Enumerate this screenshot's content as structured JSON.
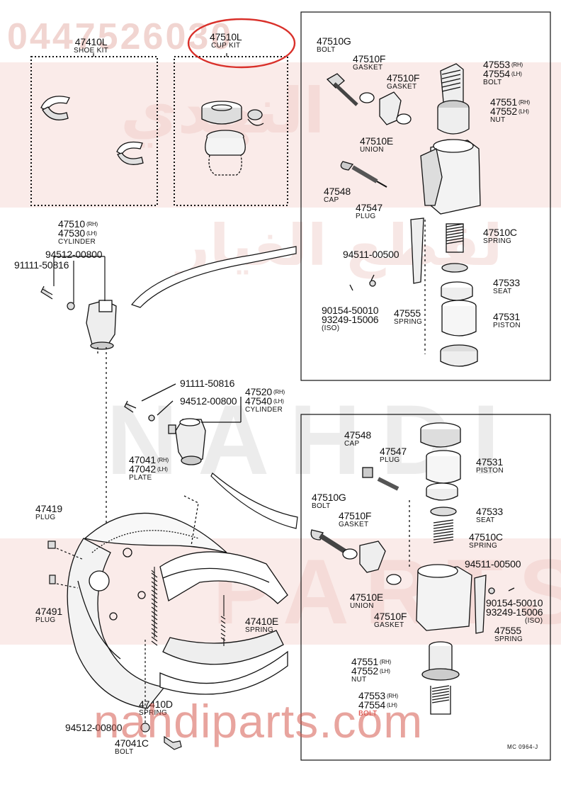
{
  "watermark": {
    "part_number": "0447526030",
    "brand_arabic": "النهدي",
    "brand_arabic_2": "لقطع الغيار",
    "brand_latin": "NAHDI",
    "brand_latin_2": "PARTS",
    "site": "nahdiparts.com"
  },
  "diagram_code": "MC 0964-J",
  "highlight_color": "#d9302a",
  "labels": {
    "shoe_kit": {
      "num": "47410L",
      "name": "SHOE KIT"
    },
    "cup_kit": {
      "num": "47510L",
      "name": "CUP KIT"
    },
    "cyl_top": {
      "num1": "47510",
      "sfx1": "(RH)",
      "num2": "47530",
      "sfx2": "(LH)",
      "name": "CYLINDER"
    },
    "clip_left_top": {
      "num": "94512-00800"
    },
    "bolt_left_top": {
      "num": "91111-50816"
    },
    "bolt_mid": {
      "num": "91111-50816"
    },
    "clip_mid": {
      "num": "94512-00800"
    },
    "cyl_mid": {
      "num1": "47520",
      "sfx1": "(RH)",
      "num2": "47540",
      "sfx2": "(LH)",
      "name": "CYLINDER"
    },
    "plate": {
      "num1": "47041",
      "sfx1": "(RH)",
      "num2": "47042",
      "sfx2": "(LH)",
      "name": "PLATE"
    },
    "plug_419": {
      "num": "47419",
      "name": "PLUG"
    },
    "plug_491": {
      "num": "47491",
      "name": "PLUG"
    },
    "spring_410e": {
      "num": "47410E",
      "name": "SPRING"
    },
    "spring_410d": {
      "num": "47410D",
      "name": "SPRING"
    },
    "clip_bottom": {
      "num": "94512-00800"
    },
    "bolt_041c": {
      "num": "47041C",
      "name": "BOLT"
    },
    "r_bolt_510g": {
      "num": "47510G",
      "name": "BOLT"
    },
    "r_gasket_1": {
      "num": "47510F",
      "name": "GASKET"
    },
    "r_gasket_2": {
      "num": "47510F",
      "name": "GASKET"
    },
    "r_union": {
      "num": "47510E",
      "name": "UNION"
    },
    "r_bolt_553": {
      "num1": "47553",
      "sfx1": "(RH)",
      "num2": "47554",
      "sfx2": "(LH)",
      "name": "BOLT"
    },
    "r_nut_551": {
      "num1": "47551",
      "sfx1": "(RH)",
      "num2": "47552",
      "sfx2": "(LH)",
      "name": "NUT"
    },
    "r_cap": {
      "num": "47548",
      "name": "CAP"
    },
    "r_plug": {
      "num": "47547",
      "name": "PLUG"
    },
    "r_spring_c": {
      "num": "47510C",
      "name": "SPRING"
    },
    "r_clip": {
      "num": "94511-00500"
    },
    "r_seat": {
      "num": "47533",
      "name": "SEAT"
    },
    "r_screw": {
      "num1": "90154-50010",
      "num2": "93249-15006",
      "name": "(ISO)"
    },
    "r_spring_555": {
      "num": "47555",
      "name": "SPRING"
    },
    "r_piston": {
      "num": "47531",
      "name": "PISTON"
    },
    "b_cap": {
      "num": "47548",
      "name": "CAP"
    },
    "b_plug": {
      "num": "47547",
      "name": "PLUG"
    },
    "b_piston": {
      "num": "47531",
      "name": "PISTON"
    },
    "b_bolt_510g": {
      "num": "47510G",
      "name": "BOLT"
    },
    "b_gasket_1": {
      "num": "47510F",
      "name": "GASKET"
    },
    "b_seat": {
      "num": "47533",
      "name": "SEAT"
    },
    "b_spring_c": {
      "num": "47510C",
      "name": "SPRING"
    },
    "b_clip": {
      "num": "94511-00500"
    },
    "b_union": {
      "num": "47510E",
      "name": "UNION"
    },
    "b_screw": {
      "num1": "90154-50010",
      "num2": "93249-15006",
      "name": "(ISO)"
    },
    "b_gasket_2": {
      "num": "47510F",
      "name": "GASKET"
    },
    "b_spring_555": {
      "num": "47555",
      "name": "SPRING"
    },
    "b_nut_551": {
      "num1": "47551",
      "sfx1": "(RH)",
      "num2": "47552",
      "sfx2": "(LH)",
      "name": "NUT"
    },
    "b_bolt_553": {
      "num1": "47553",
      "sfx1": "(RH)",
      "num2": "47554",
      "sfx2": "(LH)",
      "name": "BOLT"
    }
  }
}
